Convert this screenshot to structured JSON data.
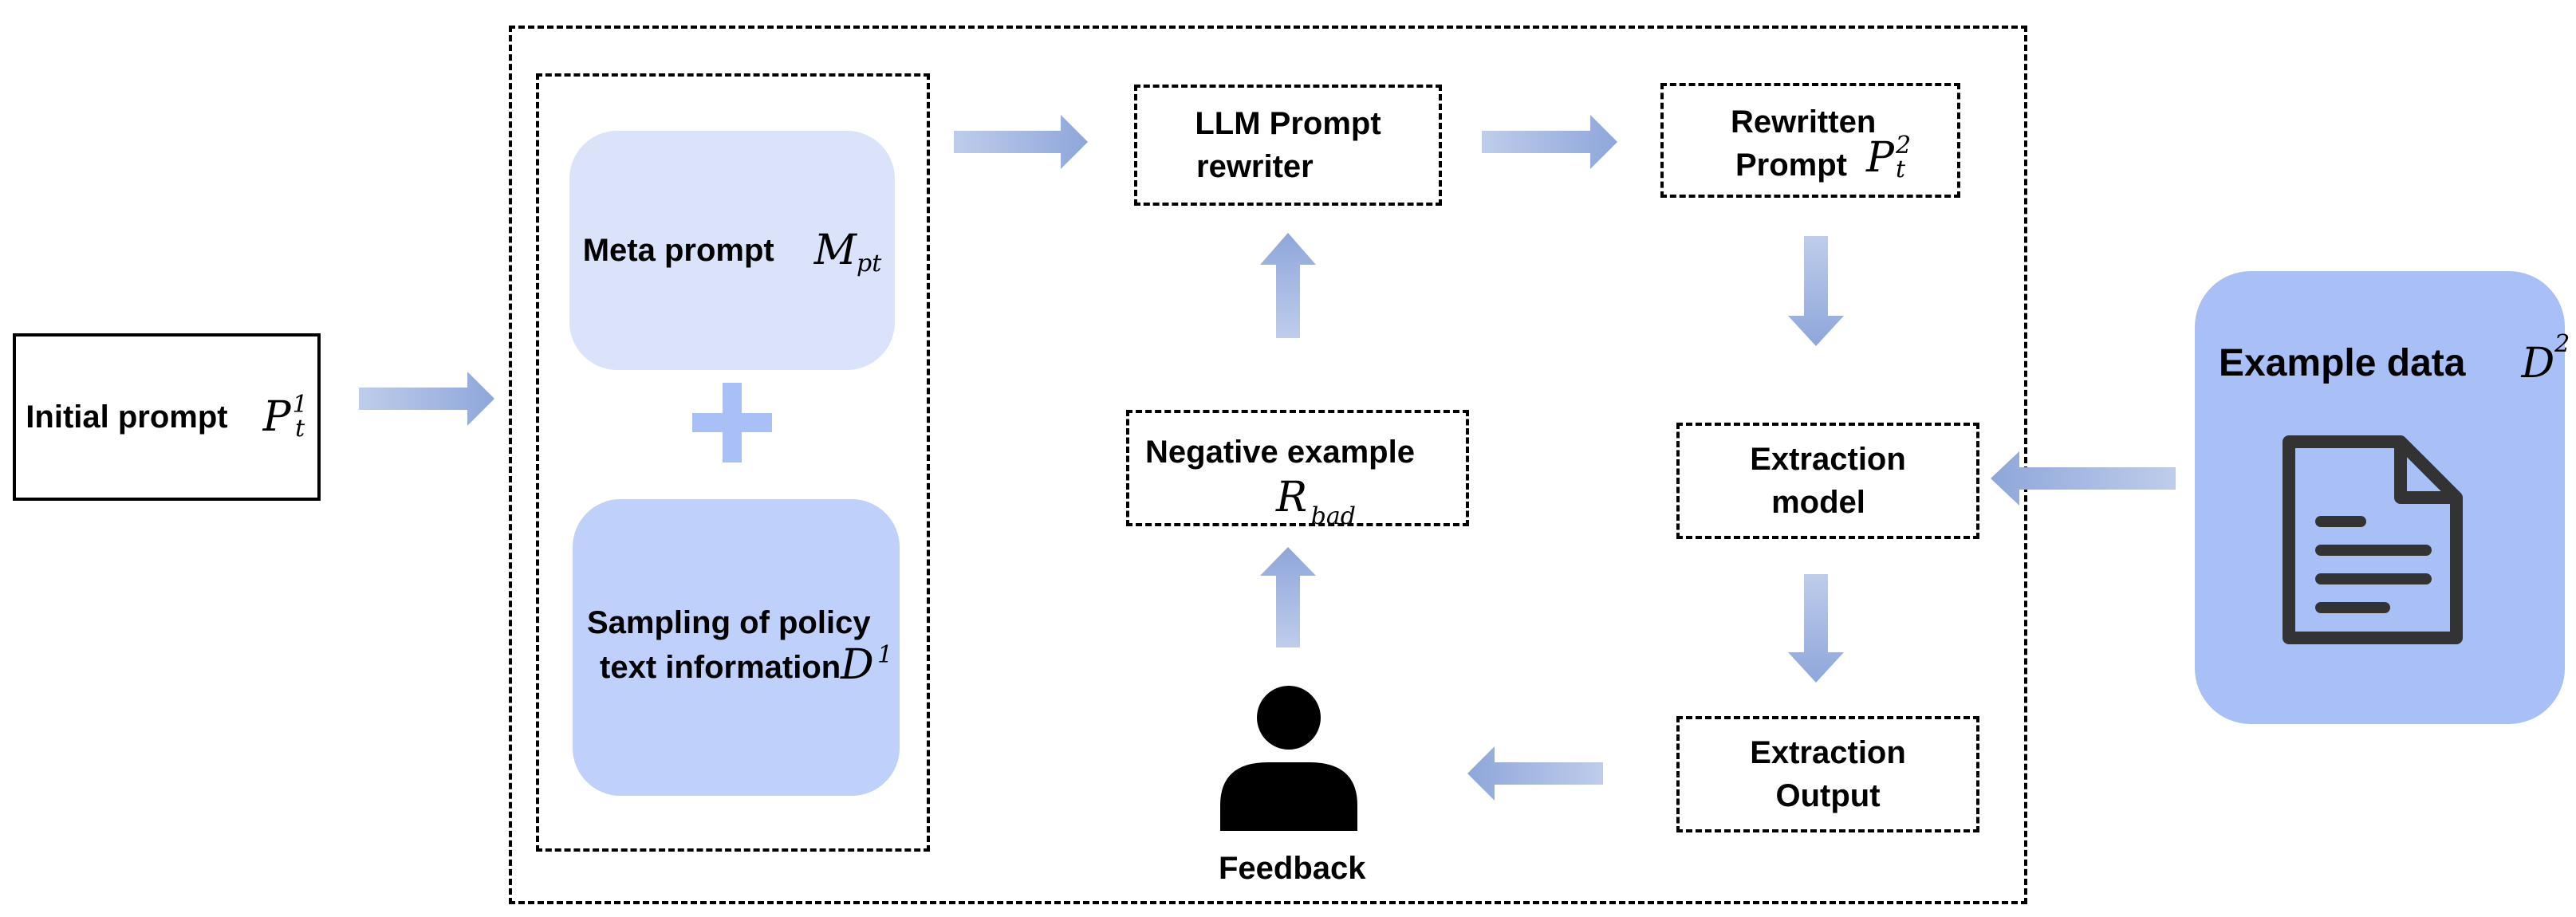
{
  "colors": {
    "arrow": "#8EA6DA",
    "box_light": "#DAE3FA",
    "box_medium": "#BFD0FB",
    "example_panel": "#A9C0F6",
    "icon": "#333333"
  },
  "initial_prompt": {
    "label": "Initial prompt",
    "symbol": "P",
    "sub": "t",
    "sup": "1"
  },
  "meta_prompt": {
    "label": "Meta prompt",
    "symbol": "M",
    "sub": "pt"
  },
  "plus_symbol": "plus-icon",
  "sampling": {
    "line1": "Sampling of policy",
    "line2": "text information",
    "symbol": "D",
    "sup": "1"
  },
  "llm_rewriter": {
    "line1": "LLM Prompt",
    "line2": "rewriter"
  },
  "rewritten": {
    "line1": "Rewritten",
    "line2": "Prompt",
    "symbol": "P",
    "sub": "t",
    "sup": "2"
  },
  "negative_example": {
    "label": "Negative example",
    "symbol": "R",
    "sub": "bad"
  },
  "extraction_model": {
    "line1": "Extraction",
    "line2": "model"
  },
  "extraction_output": {
    "line1": "Extraction",
    "line2": "Output"
  },
  "feedback": {
    "label": "Feedback",
    "icon": "person-icon"
  },
  "example_data": {
    "label": "Example data",
    "symbol": "D",
    "sup": "2",
    "icon": "document-icon"
  }
}
